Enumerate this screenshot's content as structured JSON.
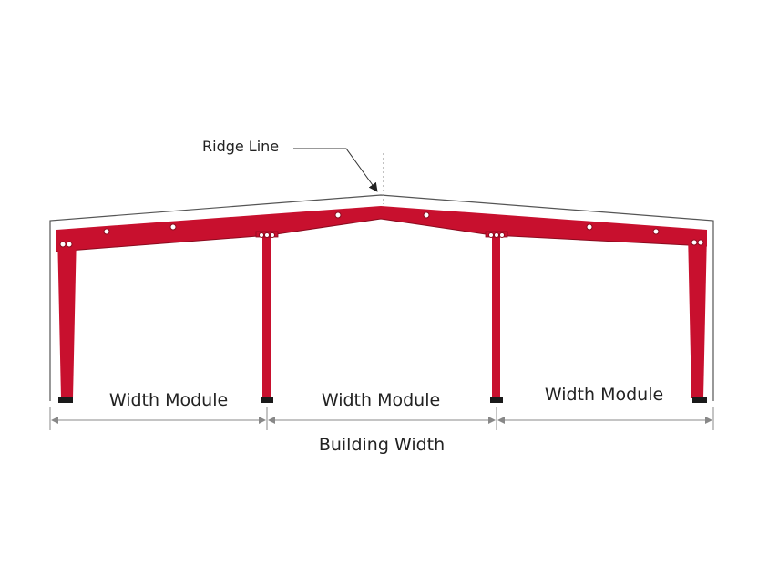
{
  "diagram": {
    "ridge_label": "Ridge Line",
    "module_labels": [
      "Width Module",
      "Width Module",
      "Width Module"
    ],
    "building_width_label": "Building Width"
  },
  "colors": {
    "frame": "#c8102e",
    "base_plate": "#1a1a1a",
    "outline": "#555555",
    "dimension": "#888888",
    "text": "#222222"
  },
  "icons": [
    "ridge-line-arrow",
    "dimension-arrow"
  ]
}
